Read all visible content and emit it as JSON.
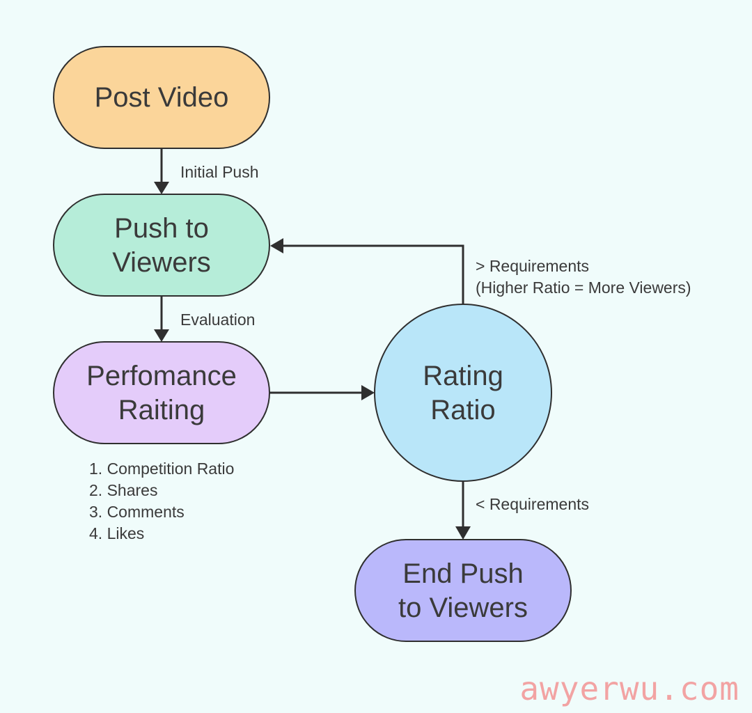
{
  "nodes": {
    "post_video": {
      "lines": [
        "Post Video"
      ],
      "color": "#fbd59a"
    },
    "push_to_viewers": {
      "lines": [
        "Push to",
        "Viewers"
      ],
      "color": "#b6edd9"
    },
    "performance_rating": {
      "lines": [
        "Perfomance",
        "Raiting"
      ],
      "color": "#e4ccfa"
    },
    "rating_ratio": {
      "lines": [
        "Rating",
        "Ratio"
      ],
      "color": "#b9e6f9"
    },
    "end_push": {
      "lines": [
        "End Push",
        "to Viewers"
      ],
      "color": "#bab8fb"
    }
  },
  "edges": {
    "initial_push": "Initial Push",
    "evaluation": "Evaluation",
    "more_requirements": "> Requirements",
    "more_requirements_note": "(Higher Ratio = More Viewers)",
    "less_requirements": "< Requirements"
  },
  "criteria": [
    "1. Competition Ratio",
    "2. Shares",
    "3. Comments",
    "4. Likes"
  ],
  "watermark": "awyerwu.com"
}
